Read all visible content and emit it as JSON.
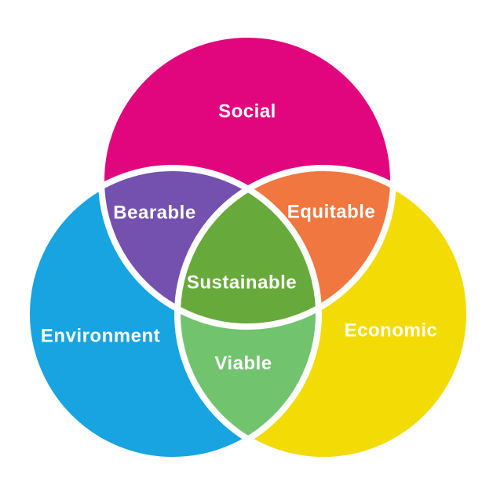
{
  "diagram": {
    "background": "#ffffff",
    "outline_color": "#ffffff",
    "label_color": "#ffffff",
    "regions": {
      "social": {
        "label": "Social",
        "color": "#e2067e"
      },
      "environment": {
        "label": "Environment",
        "color": "#17a4e1"
      },
      "economic": {
        "label": "Economic",
        "color": "#f3db05"
      },
      "bearable": {
        "label": "Bearable",
        "color": "#7451af"
      },
      "equitable": {
        "label": "Equitable",
        "color": "#f0773f"
      },
      "sustainable": {
        "label": "Sustainable",
        "color": "#68a93b"
      },
      "viable": {
        "label": "Viable",
        "color": "#72c36e"
      }
    }
  }
}
